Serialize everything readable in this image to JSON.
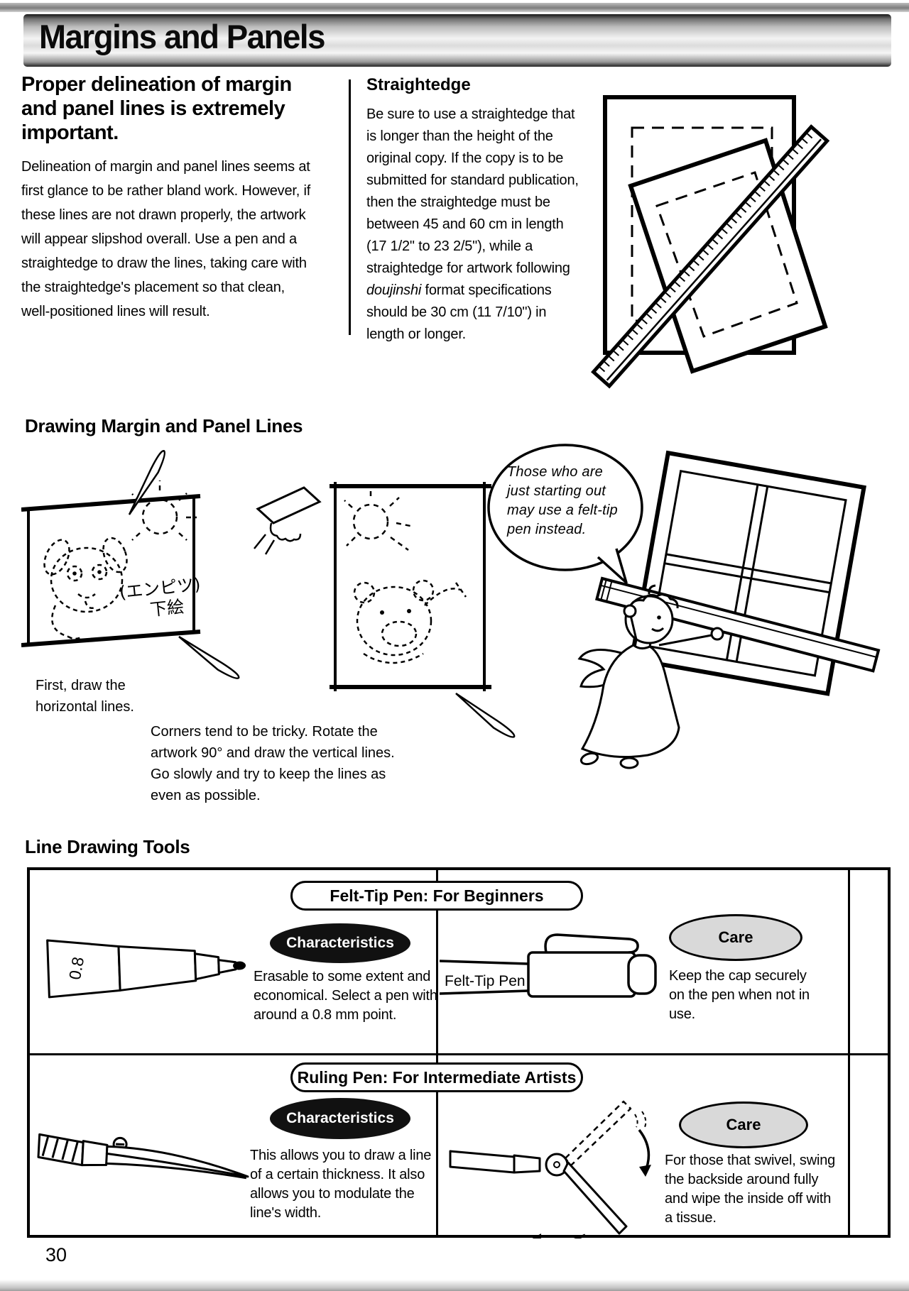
{
  "banner": {
    "title": "Margins and Panels"
  },
  "intro": {
    "heading": "Proper delineation of margin and panel lines is extremely important.",
    "body": "Delineation of margin and panel lines seems at first glance to be rather bland work. However, if these lines are not drawn properly, the artwork will appear slipshod overall. Use a pen and a straightedge to draw the lines, taking care with the straightedge's placement so that clean, well-positioned lines will result."
  },
  "straightedge": {
    "heading": "Straightedge",
    "body_start": "Be sure to use a straightedge that is longer than the height of the original copy. If the copy is to be submitted for standard publication, then the straightedge must be between 45 and 60 cm in length (17 1/2\" to 23 2/5\"), while a straightedge for artwork following ",
    "body_italic": "doujinshi",
    "body_end": " format specifications should be 30 cm (11 7/10\") in length or longer."
  },
  "drawing": {
    "heading": "Drawing Margin and Panel Lines",
    "bubble": "Those who are just starting out may use a felt-tip pen instead.",
    "annotation_line1": "(エンピツ)",
    "annotation_line2": "下絵",
    "caption_first": "First, draw the horizontal lines.",
    "caption_corners": "Corners tend to be tricky. Rotate the artwork 90° and draw the vertical lines. Go slowly and try to keep the lines as even as possible."
  },
  "tools": {
    "heading": "Line Drawing Tools",
    "rows": [
      {
        "header": "Felt-Tip Pen: For Beginners",
        "characteristics_label": "Characteristics",
        "characteristics_text": "Erasable to some extent and economical. Select a pen with around a 0.8 mm point.",
        "item_label": "Felt-Tip Pen",
        "marking": "0.8",
        "care_label": "Care",
        "care_text": "Keep the cap securely on the pen when not in use."
      },
      {
        "header": "Ruling Pen: For Intermediate Artists",
        "characteristics_label": "Characteristics",
        "characteristics_text": "This allows you to draw a line of a certain thickness. It also allows you to modulate the line's width.",
        "care_label": "Care",
        "care_text": "For those that swivel, swing the backside around fully and wipe the inside off with a tissue."
      }
    ]
  },
  "page": {
    "number": "30"
  },
  "colors": {
    "ink": "#000000",
    "paper": "#ffffff",
    "characteristics_fill": "#111111",
    "care_fill": "#d9d9d9",
    "banner_light": "#f3f3f3",
    "banner_dark": "#161616"
  }
}
